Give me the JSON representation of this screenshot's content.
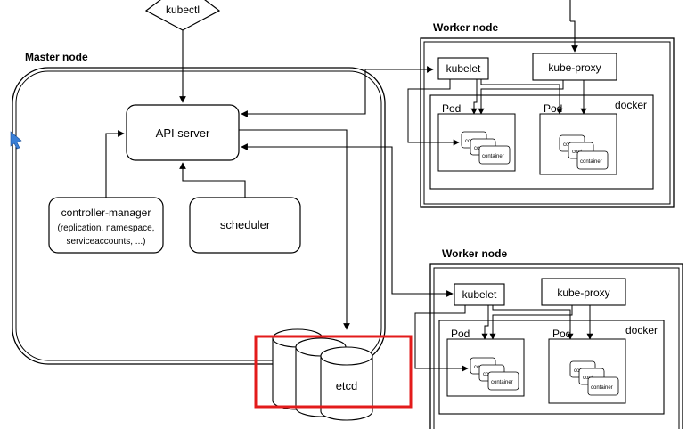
{
  "master": {
    "title": "Master node",
    "api_server": "API server",
    "controller_manager": {
      "line1": "controller-manager",
      "line2": "(replication, namespace,",
      "line3": "serviceaccounts, ...)"
    },
    "scheduler": "scheduler",
    "etcd": "etcd"
  },
  "kubectl": "kubectl",
  "workers": [
    {
      "title": "Worker node",
      "kubelet": "kubelet",
      "kube_proxy": "kube-proxy",
      "docker": "docker",
      "pods": [
        {
          "label": "Pod",
          "containers": [
            "cont",
            "cont",
            "container"
          ]
        },
        {
          "label": "Pod",
          "containers": [
            "cont",
            "cont",
            "container"
          ]
        }
      ]
    },
    {
      "title": "Worker node",
      "kubelet": "kubelet",
      "kube_proxy": "kube-proxy",
      "docker": "docker",
      "pods": [
        {
          "label": "Pod",
          "containers": [
            "cont",
            "cont",
            "container"
          ]
        },
        {
          "label": "Pod",
          "containers": [
            "cont",
            "cont",
            "container"
          ]
        }
      ]
    }
  ],
  "colors": {
    "line": "#000000",
    "highlight": "#e31b1b",
    "cursor": "#3a7fd6"
  }
}
